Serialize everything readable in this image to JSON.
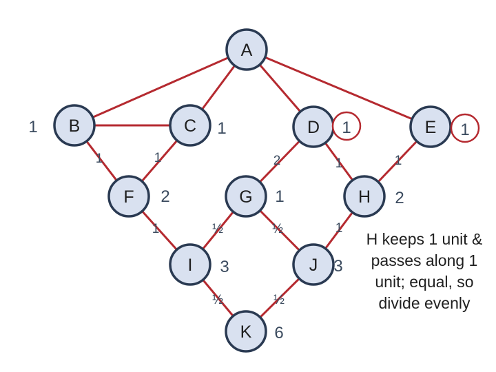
{
  "colors": {
    "edge": "#b52a30",
    "node_fill": "#d9e1f0",
    "node_stroke": "#2a3a52",
    "text": "#1f1f1f",
    "label": "#3a4a5e",
    "badge_ring": "#b52a30"
  },
  "nodes": {
    "A": {
      "label": "A"
    },
    "B": {
      "label": "B"
    },
    "C": {
      "label": "C"
    },
    "D": {
      "label": "D"
    },
    "E": {
      "label": "E"
    },
    "F": {
      "label": "F"
    },
    "G": {
      "label": "G"
    },
    "H": {
      "label": "H"
    },
    "I": {
      "label": "I"
    },
    "J": {
      "label": "J"
    },
    "K": {
      "label": "K"
    }
  },
  "edges": [
    [
      "A",
      "B"
    ],
    [
      "A",
      "C"
    ],
    [
      "A",
      "D"
    ],
    [
      "A",
      "E"
    ],
    [
      "B",
      "C"
    ],
    [
      "B",
      "F"
    ],
    [
      "C",
      "F"
    ],
    [
      "D",
      "G"
    ],
    [
      "D",
      "H"
    ],
    [
      "E",
      "H"
    ],
    [
      "F",
      "I"
    ],
    [
      "G",
      "I"
    ],
    [
      "G",
      "J"
    ],
    [
      "H",
      "J"
    ],
    [
      "I",
      "K"
    ],
    [
      "J",
      "K"
    ]
  ],
  "node_values": {
    "B": "1",
    "C": "1",
    "D": "1",
    "E": "1",
    "F": "2",
    "G": "1",
    "H": "2",
    "I": "3",
    "J": "3",
    "K": "6"
  },
  "edge_values": {
    "B-F": "1",
    "C-F": "1",
    "D-G": "2",
    "D-H": "1",
    "E-H": "1",
    "F-I": "1",
    "G-I": "½",
    "G-J": "½",
    "H-J": "1",
    "I-K": "½",
    "J-K": "½"
  },
  "circled_values": [
    "D",
    "E"
  ],
  "note": {
    "lines": [
      "H keeps 1 unit &",
      "passes along 1",
      "unit; equal, so",
      "divide evenly"
    ]
  }
}
